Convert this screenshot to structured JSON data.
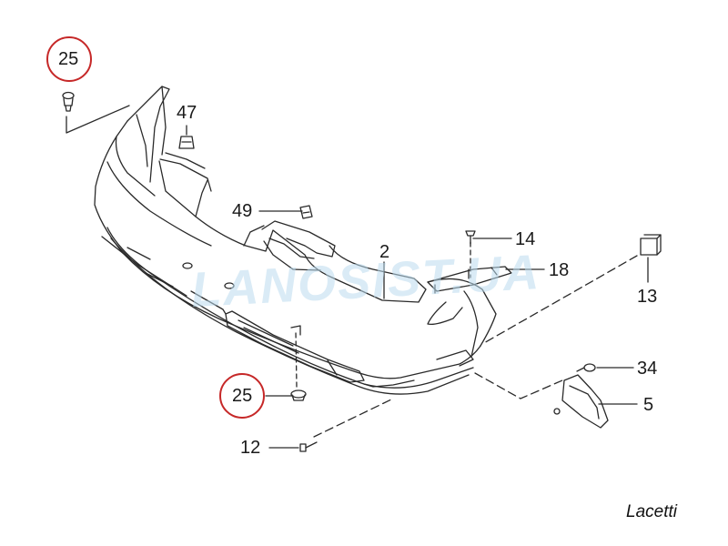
{
  "watermark": "LANOSIST.UA",
  "caption": "Lacetti",
  "callouts": {
    "c25_top": "25",
    "c47": "47",
    "c49": "49",
    "c2": "2",
    "c14": "14",
    "c18": "18",
    "c13": "13",
    "c34": "34",
    "c5": "5",
    "c25_bottom": "25",
    "c12": "12"
  },
  "colors": {
    "line": "#2a2a2a",
    "highlight_circle": "#c62828",
    "watermark": "#bcdcef"
  }
}
